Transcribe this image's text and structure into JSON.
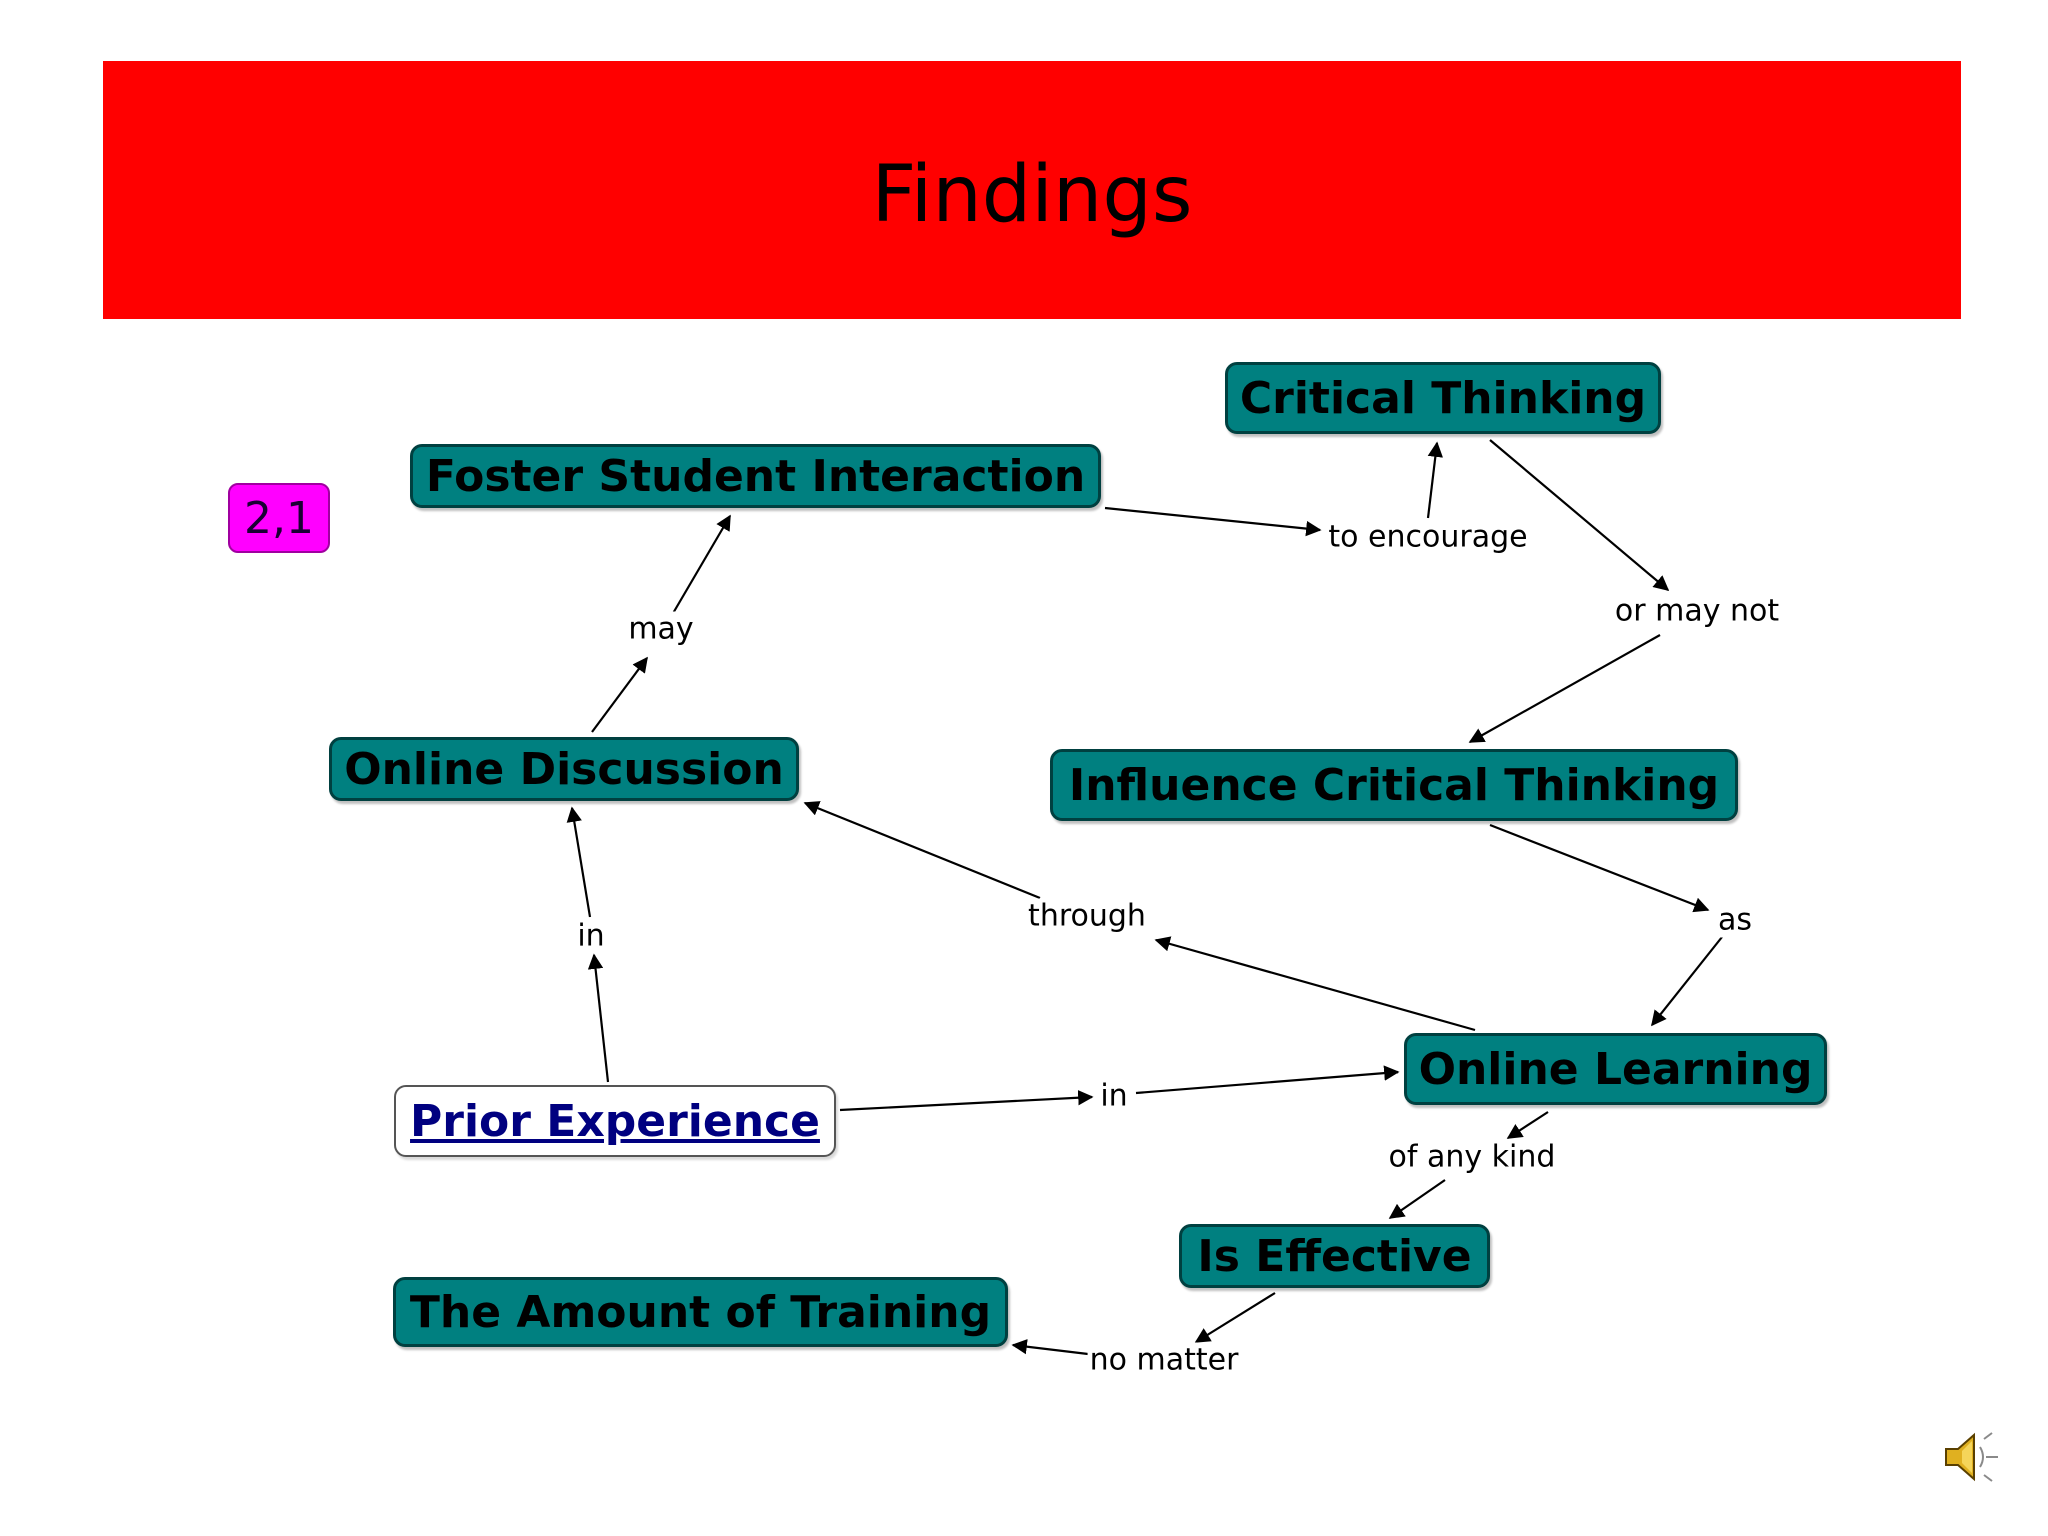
{
  "slide": {
    "title": "Findings",
    "badge": "2,1",
    "colors": {
      "title_bar": "#ff0000",
      "node_fill": "#008080",
      "badge_fill": "#ff00ff",
      "link_text": "#000080"
    }
  },
  "concepts": {
    "critical_thinking": "Critical Thinking",
    "foster_student_interaction": "Foster Student Interaction",
    "online_discussion": "Online Discussion",
    "influence_critical_thinking": "Influence Critical Thinking",
    "prior_experience": "Prior Experience",
    "online_learning": "Online Learning",
    "is_effective": "Is Effective",
    "amount_of_training": "The Amount of Training"
  },
  "links": {
    "to_encourage": "to encourage",
    "or_may_not": "or may not",
    "may": "may",
    "through": "through",
    "as": "as",
    "in_vertical": "in",
    "in_horizontal": "in",
    "of_any_kind": "of any kind",
    "no_matter": "no matter"
  },
  "icons": {
    "speaker": "speaker-icon"
  }
}
